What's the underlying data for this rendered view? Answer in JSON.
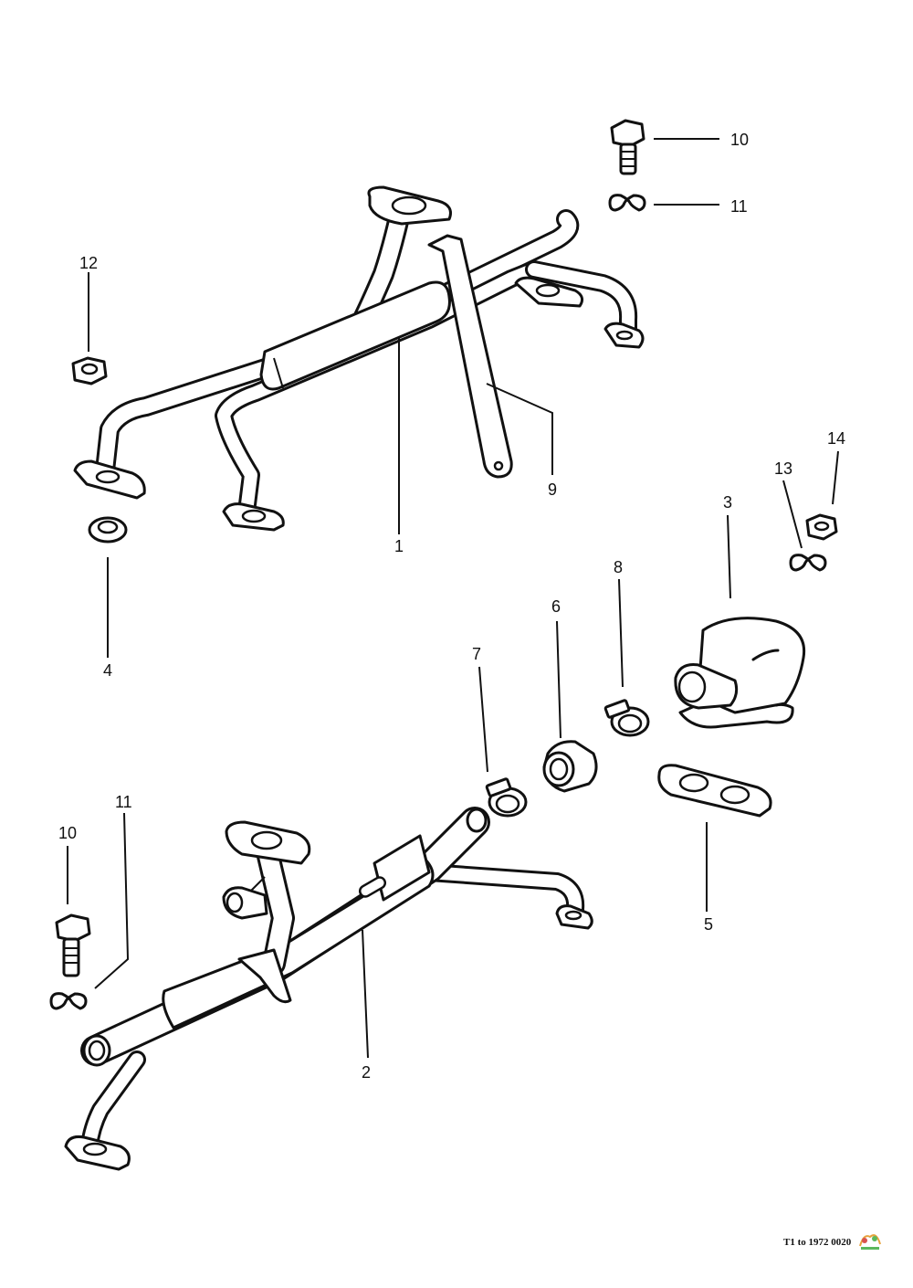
{
  "callouts": {
    "c1": "1",
    "c2": "2",
    "c3": "3",
    "c4": "4",
    "c5": "5",
    "c6": "6",
    "c7": "7",
    "c8": "8",
    "c9": "9",
    "c10a": "10",
    "c10b": "10",
    "c11a": "11",
    "c11b": "11",
    "c12": "12",
    "c13": "13",
    "c14": "14"
  },
  "footer": {
    "code": "T1 to 1972 0020"
  },
  "colors": {
    "ink": "#111111",
    "paper": "#ffffff"
  }
}
